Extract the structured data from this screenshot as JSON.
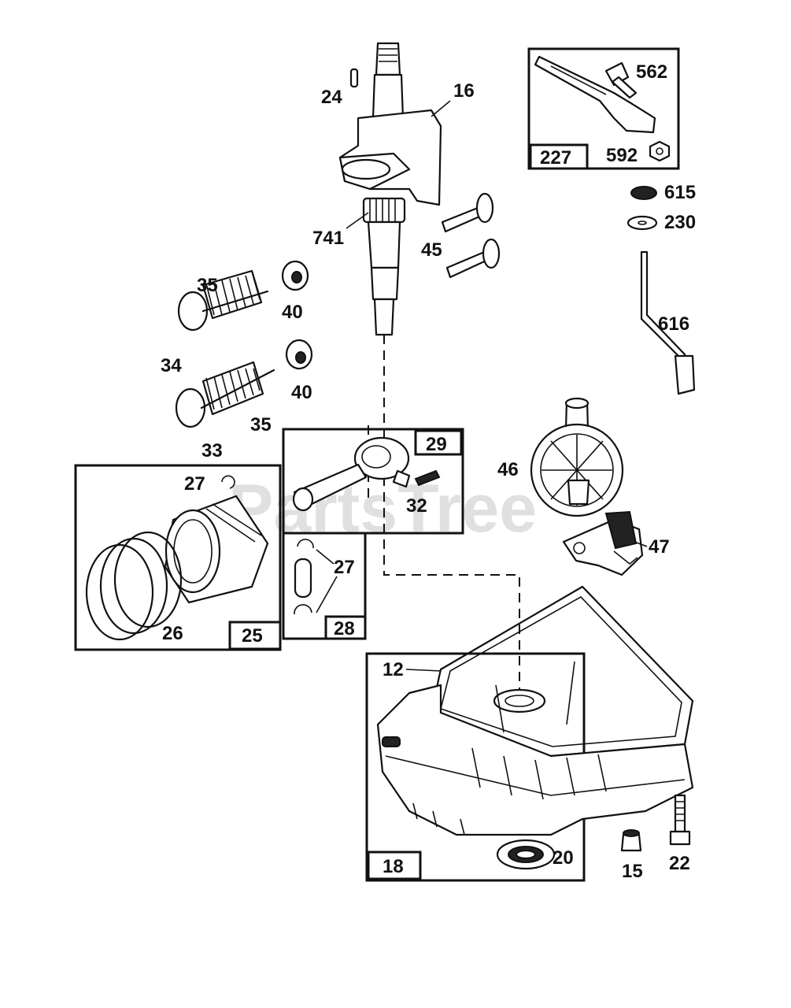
{
  "watermark": "PartsTree",
  "labels": {
    "p24": "24",
    "p16": "16",
    "p741": "741",
    "p45": "45",
    "p562": "562",
    "p592": "592",
    "p227": "227",
    "p615": "615",
    "p230": "230",
    "p616": "616",
    "p35a": "35",
    "p40a": "40",
    "p34": "34",
    "p40b": "40",
    "p35b": "35",
    "p33": "33",
    "p29": "29",
    "p32": "32",
    "p27a": "27",
    "p26": "26",
    "p25": "25",
    "p27b": "27",
    "p28": "28",
    "p46": "46",
    "p47": "47",
    "p12": "12",
    "p18": "18",
    "p20": "20",
    "p15": "15",
    "p22": "22"
  }
}
